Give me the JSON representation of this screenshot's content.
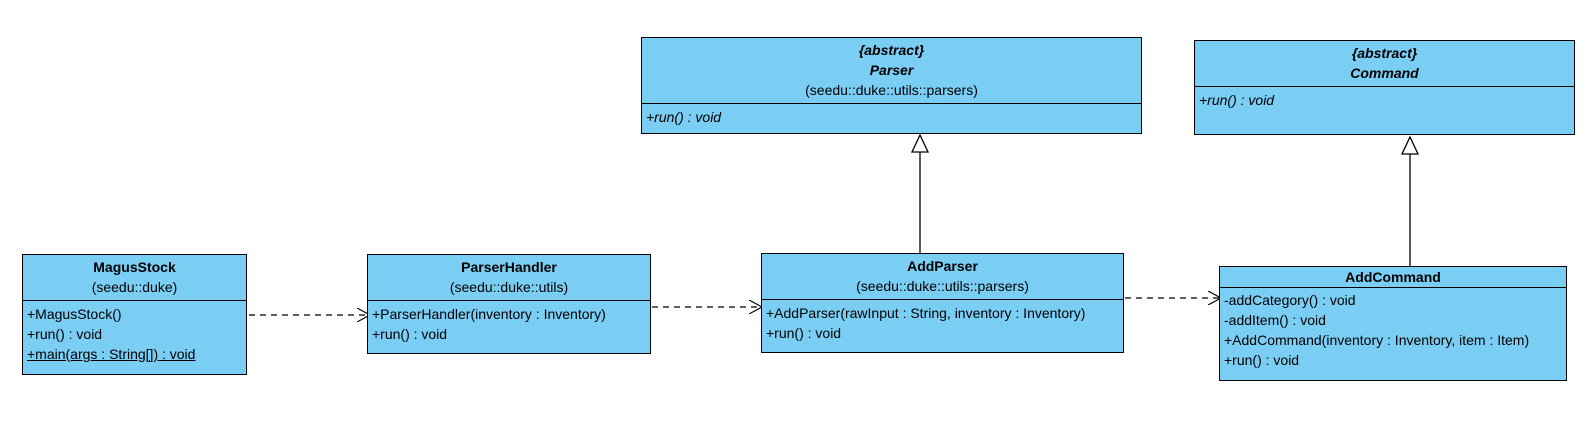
{
  "classes": {
    "magus_stock": {
      "name": "MagusStock",
      "package": "(seedu::duke)",
      "members": [
        "+MagusStock()",
        "+run() : void",
        "+main(args : String[]) : void"
      ]
    },
    "parser_handler": {
      "name": "ParserHandler",
      "package": "(seedu::duke::utils)",
      "members": [
        "+ParserHandler(inventory : Inventory)",
        "+run() : void"
      ]
    },
    "add_parser": {
      "name": "AddParser",
      "package": "(seedu::duke::utils::parsers)",
      "members": [
        "+AddParser(rawInput : String, inventory : Inventory)",
        "+run() : void"
      ]
    },
    "parser": {
      "stereotype": "{abstract}",
      "name": "Parser",
      "package": "(seedu::duke::utils::parsers)",
      "members": [
        "+run() : void"
      ]
    },
    "command": {
      "stereotype": "{abstract}",
      "name": "Command",
      "members": [
        "+run() : void"
      ]
    },
    "add_command": {
      "name": "AddCommand",
      "members": [
        "-addCategory() : void",
        "-addItem() : void",
        "+AddCommand(inventory : Inventory, item : Item)",
        "+run() : void"
      ]
    }
  },
  "colors": {
    "class_fill": "#7acef4",
    "border": "#000000"
  }
}
